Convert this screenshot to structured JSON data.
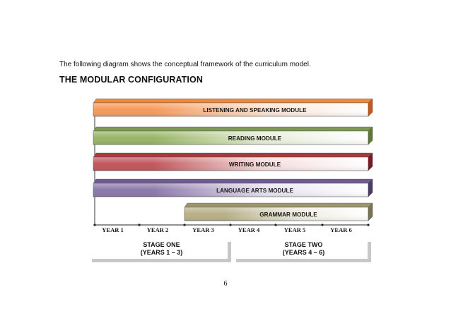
{
  "intro_text": "The following diagram shows the conceptual framework of the curriculum model.",
  "heading": "THE MODULAR CONFIGURATION",
  "modules": [
    {
      "label": "LISTENING AND SPEAKING MODULE",
      "start_year": 1,
      "end_year": 6,
      "color_top": "#f08a3a",
      "color_front": "#f59a5c",
      "color_light": "#fbe3d2",
      "color_side": "#c9561a"
    },
    {
      "label": "READING MODULE",
      "start_year": 1,
      "end_year": 6,
      "color_top": "#7e9a4e",
      "color_front": "#98b565",
      "color_light": "#e6efd8",
      "color_side": "#5d7a33"
    },
    {
      "label": "WRITING MODULE",
      "start_year": 1,
      "end_year": 6,
      "color_top": "#a83a3f",
      "color_front": "#c0585c",
      "color_light": "#f5dcdc",
      "color_side": "#7a1a20"
    },
    {
      "label": "LANGUAGE ARTS MODULE",
      "start_year": 1,
      "end_year": 6,
      "color_top": "#6f5a92",
      "color_front": "#8c79ab",
      "color_light": "#e7e2f0",
      "color_side": "#4a3a6d"
    },
    {
      "label": "GRAMMAR MODULE",
      "start_year": 3,
      "end_year": 6,
      "color_top": "#9e9668",
      "color_front": "#b8b088",
      "color_light": "#efece0",
      "color_side": "#7a7350"
    }
  ],
  "years": [
    "YEAR 1",
    "YEAR 2",
    "YEAR 3",
    "YEAR 4",
    "YEAR 5",
    "YEAR 6"
  ],
  "stages": [
    {
      "title": "STAGE ONE",
      "range": "(YEARS 1 – 3)"
    },
    {
      "title": "STAGE TWO",
      "range": "(YEARS 4 – 6)"
    }
  ],
  "page_number": "6"
}
